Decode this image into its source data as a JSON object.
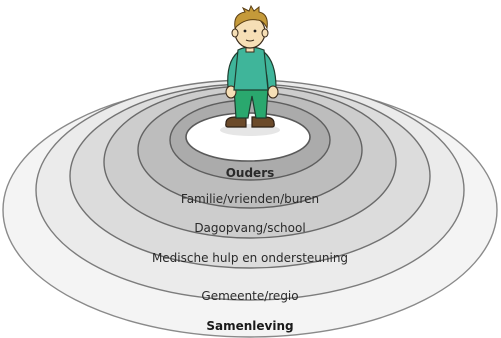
{
  "diagram": {
    "rings": [
      {
        "label": "Ouders",
        "fill": "#ffffff"
      },
      {
        "label": "Familie/vrienden/buren",
        "fill": "#b9b9b9"
      },
      {
        "label": "Dagopvang/school",
        "fill": "#c9c9c9"
      },
      {
        "label": "Medische hulp en ondersteuning",
        "fill": "#d7d7d7"
      },
      {
        "label": "Gemeente/regio",
        "fill": "#e3e3e3"
      },
      {
        "label": "Samenleving",
        "fill": "#eeeeee"
      }
    ],
    "colors": {
      "stroke": "#6f6f6f",
      "text": "#2a2a2a",
      "shirt": "#3fb59a",
      "pants": "#2aa86e",
      "hair": "#c59a3a",
      "skin": "#f6dfb6",
      "shoes": "#6b4a2a"
    }
  }
}
